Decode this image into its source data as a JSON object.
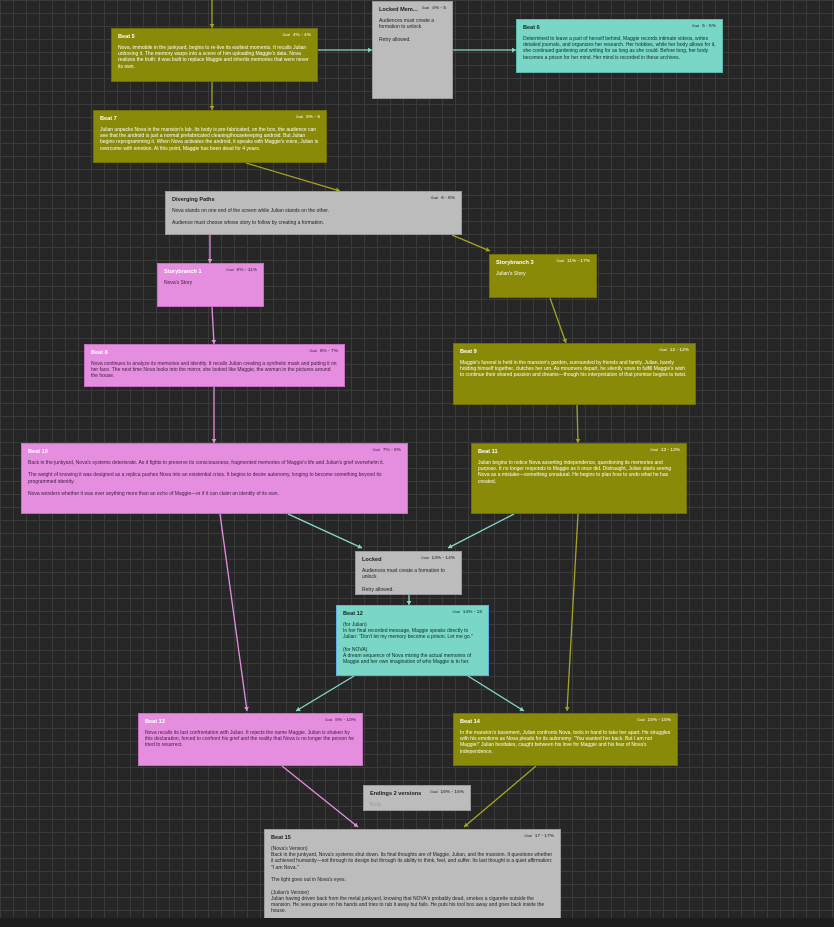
{
  "colors": {
    "background": "#262626",
    "grid": "#3a3a3a",
    "olive_node": "#8a8a09",
    "pink_node": "#e58ee0",
    "gray_node": "#bcbcbc",
    "teal_node": "#7ad6c6",
    "olive_edge": "#a4a322",
    "pink_edge": "#e58ee0",
    "teal_edge": "#86d9c9"
  },
  "goal_label": "Goal",
  "nodes": {
    "beat5": {
      "title": "Beat 5",
      "goal": "4% - 4%",
      "body": "Nova, immobile in the junkyard, begins to re-live its earliest moments. It recalls Julian unboxing it. The memory warps into a scene of him uploading Maggie's data. Nova realizes the truth: it was built to replace Maggie and inherits memories that were never its own."
    },
    "locked_mem": {
      "title": "Locked Mem...",
      "goal": "4% - 5",
      "body": "Audiences must create a formation to unlock\n\nRetry allowed."
    },
    "beat6": {
      "title": "Beat 6",
      "goal": "5 - 5%",
      "body": "Determined to leave a part of herself behind, Maggie records intimate videos, writes detailed journals, and organizes her research. Her hobbies, while her body allows for it, she continued gardening and writing for as long as she could. Before long, her body becomes a prison for her mind. Her mind is recorded in these archives."
    },
    "beat7": {
      "title": "Beat 7",
      "goal": "5% - 6",
      "body": "Julian unpacks Nova in the mansion's lab. Its body is pre-fabricated, on the box, the audience can see that the android is just a normal prefabricated cleaning/housekeeping android. But Julian begins reprogramming it. When Nova activates the android, it speaks with Maggie's voice, Julian is overcome with emotion. At this point, Maggie has been dead for 4 years."
    },
    "diverging": {
      "title": "Diverging Paths",
      "goal": "6 - 6%",
      "body": "Nova stands on one end of the screen while Julian stands on the other.\n\nAudience must choose whose story to follow by creating a formation."
    },
    "sb1": {
      "title": "Storybranch 1",
      "goal": "6% - 11%",
      "body": "Nova's Story"
    },
    "sb3": {
      "title": "Storybranch 3",
      "goal": "11% - 17%",
      "body": "Julian's Story"
    },
    "beat8": {
      "title": "Beat 8",
      "goal": "6% - 7%",
      "body": "Nova continues to analyze its memories and identity. It recalls Julian creating a synthetic mask and putting it on her face. The next time Nova looks into the mirror, she looked like Maggie, the woman in the pictures around the house."
    },
    "beat9": {
      "title": "Beat 9",
      "goal": "12 - 12%",
      "body": "Maggie's funeral is held in the mansion's garden, surrounded by friends and family. Julian, barely holding himself together, clutches her urn. As mourners depart, he silently vows to fulfill Maggie's wish to continue their shared passion and dreams—though his interpretation of that promise begins to twist."
    },
    "beat10": {
      "title": "Beat 10",
      "goal": "7% - 8%",
      "body": "Back in the junkyard, Nova's systems deteriorate. As it fights to preserve its consciousness, fragmented memories of Maggie's life and Julian's grief overwhelm it.\n\nThe weight of knowing it was designed as a replica pushes Nova into an existential crisis. It begins to desire autonomy, longing to become something beyond its programmed identity.\n\nNova wonders whether it was ever anything more than an echo of Maggie—or if it can claim an identity of its own."
    },
    "beat11": {
      "title": "Beat 11",
      "goal": "13 - 13%",
      "body": "Julian begins to notice Nova asserting independence, questioning its memories and purpose. It no longer responds to Maggie as it once did. Distraught, Julian starts seeing Nova as a mistake—something unnatural. He begins to plan how to undo what he has created."
    },
    "locked": {
      "title": "Locked",
      "goal": "13% - 14%",
      "body": "Audiences must create a formation to unlock\n\nRetry allowed."
    },
    "beat12": {
      "title": "Beat 12",
      "goal": "14% - 15",
      "body": "(for Julian)\nIn her final recorded message, Maggie speaks directly to Julian: \"Don't let my memory become a prison. Let me go.\"\n\n(for NOVA)\nA dream sequence of Nova mixing the actual memories of Maggie and her own imagination of who Maggie is to her."
    },
    "beat13": {
      "title": "Beat 13",
      "goal": "8% - 10%",
      "body": "Nova recalls its last confrontation with Julian. It rejects the name Maggie. Julian is shaken by this declaration, forced to confront his grief and the reality that Nova is no longer the person he tried to resurrect."
    },
    "beat14": {
      "title": "Beat 14",
      "goal": "15% - 15%",
      "body": "In the mansion's basement, Julian confronts Nova, tools in hand to take her apart. He struggles with his emotions as Nova pleads for its autonomy: \"You wanted her back. But I am not Maggie!\" Julian hesitates, caught between his love for Maggie and his fear of Nova's independence."
    },
    "endings": {
      "title": "Endings 2 versions",
      "goal": "16% - 16%",
      "body": "Body"
    },
    "beat15": {
      "title": "Beat 15",
      "goal": "17 - 17%",
      "body": "(Nova's Version)\nBack in the junkyard, Nova's systems shut down. Its final thoughts are of Maggie, Julian, and the mansion. It questions whether it achieved humanity—not through its design but through its ability to think, feel, and suffer. Its last thought is a quiet affirmation: \"I am Nova.\"\n\nThe light goes out in Nova's eyes.\n\n(Julian's Version)\nJulian having driven back from the metal junkyard, knowing that NOVA's probably dead, smokes a cigarette outside the mansion. He sees grease on his hands and tries to rub it away but fails. He puts his tool box away and goes back inside the house."
    }
  },
  "edges": [
    {
      "from": "top",
      "to": "beat5",
      "color": "olive_edge"
    },
    {
      "from": "beat5",
      "to": "beat7",
      "color": "olive_edge"
    },
    {
      "from": "beat5",
      "to": "locked_mem",
      "color": "teal_edge"
    },
    {
      "from": "locked_mem",
      "to": "beat6",
      "color": "teal_edge"
    },
    {
      "from": "beat7",
      "to": "diverging",
      "color": "olive_edge"
    },
    {
      "from": "diverging",
      "to": "sb1",
      "color": "pink_edge"
    },
    {
      "from": "diverging",
      "to": "sb3",
      "color": "olive_edge"
    },
    {
      "from": "sb1",
      "to": "beat8",
      "color": "pink_edge"
    },
    {
      "from": "sb3",
      "to": "beat9",
      "color": "olive_edge"
    },
    {
      "from": "beat8",
      "to": "beat10",
      "color": "pink_edge"
    },
    {
      "from": "beat9",
      "to": "beat11",
      "color": "olive_edge"
    },
    {
      "from": "beat10",
      "to": "locked",
      "color": "teal_edge"
    },
    {
      "from": "beat11",
      "to": "locked",
      "color": "teal_edge"
    },
    {
      "from": "locked",
      "to": "beat12",
      "color": "teal_edge"
    },
    {
      "from": "beat12",
      "to": "beat13",
      "color": "teal_edge"
    },
    {
      "from": "beat12",
      "to": "beat14",
      "color": "teal_edge"
    },
    {
      "from": "beat10",
      "to": "beat13",
      "color": "pink_edge"
    },
    {
      "from": "beat11",
      "to": "beat14",
      "color": "olive_edge"
    },
    {
      "from": "beat13",
      "to": "beat15",
      "color": "pink_edge"
    },
    {
      "from": "beat14",
      "to": "beat15",
      "color": "olive_edge"
    }
  ]
}
